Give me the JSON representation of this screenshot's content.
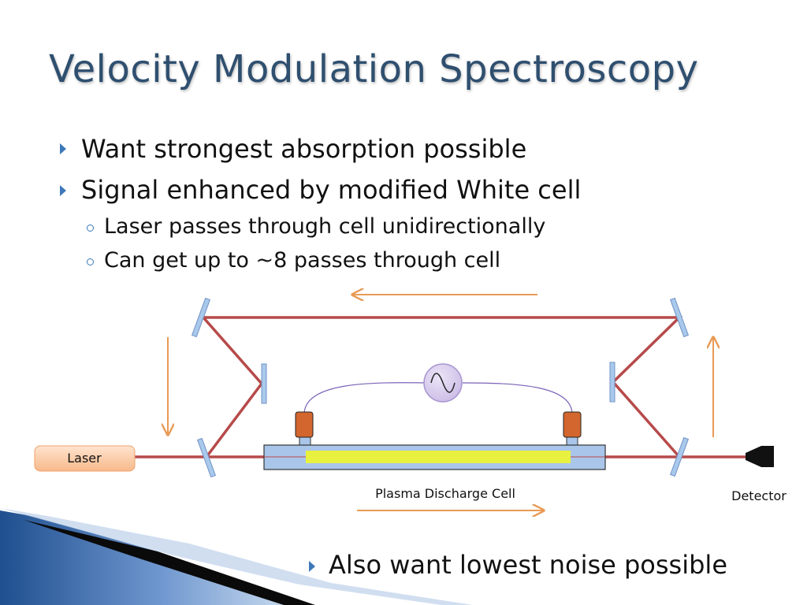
{
  "title": "Velocity Modulation Spectroscopy",
  "bullets": [
    {
      "text": "Want strongest absorption possible"
    },
    {
      "text": "Signal enhanced by modified White cell"
    }
  ],
  "sub_bullets": [
    {
      "text": "Laser passes through cell unidirectionally"
    },
    {
      "text": "Can get up to ~8 passes through cell"
    }
  ],
  "diagram": {
    "laser_label": "Laser",
    "cell_label": "Plasma Discharge Cell",
    "detector_label": "Detector",
    "colors": {
      "beam": "#b74a4a",
      "arrow": "#e89a55",
      "mirror": "#9ec0e6",
      "cell": "#a9c6ea",
      "plasma": "#e8f040",
      "electrode": "#d2662e",
      "source": "#d6c9ec"
    }
  },
  "bottom_bullet": {
    "text": "Also want lowest noise possible"
  },
  "decor_colors": {
    "title": "#2f4f6f",
    "bullet": "#3d78b8",
    "corner": "#2a5a9a"
  }
}
